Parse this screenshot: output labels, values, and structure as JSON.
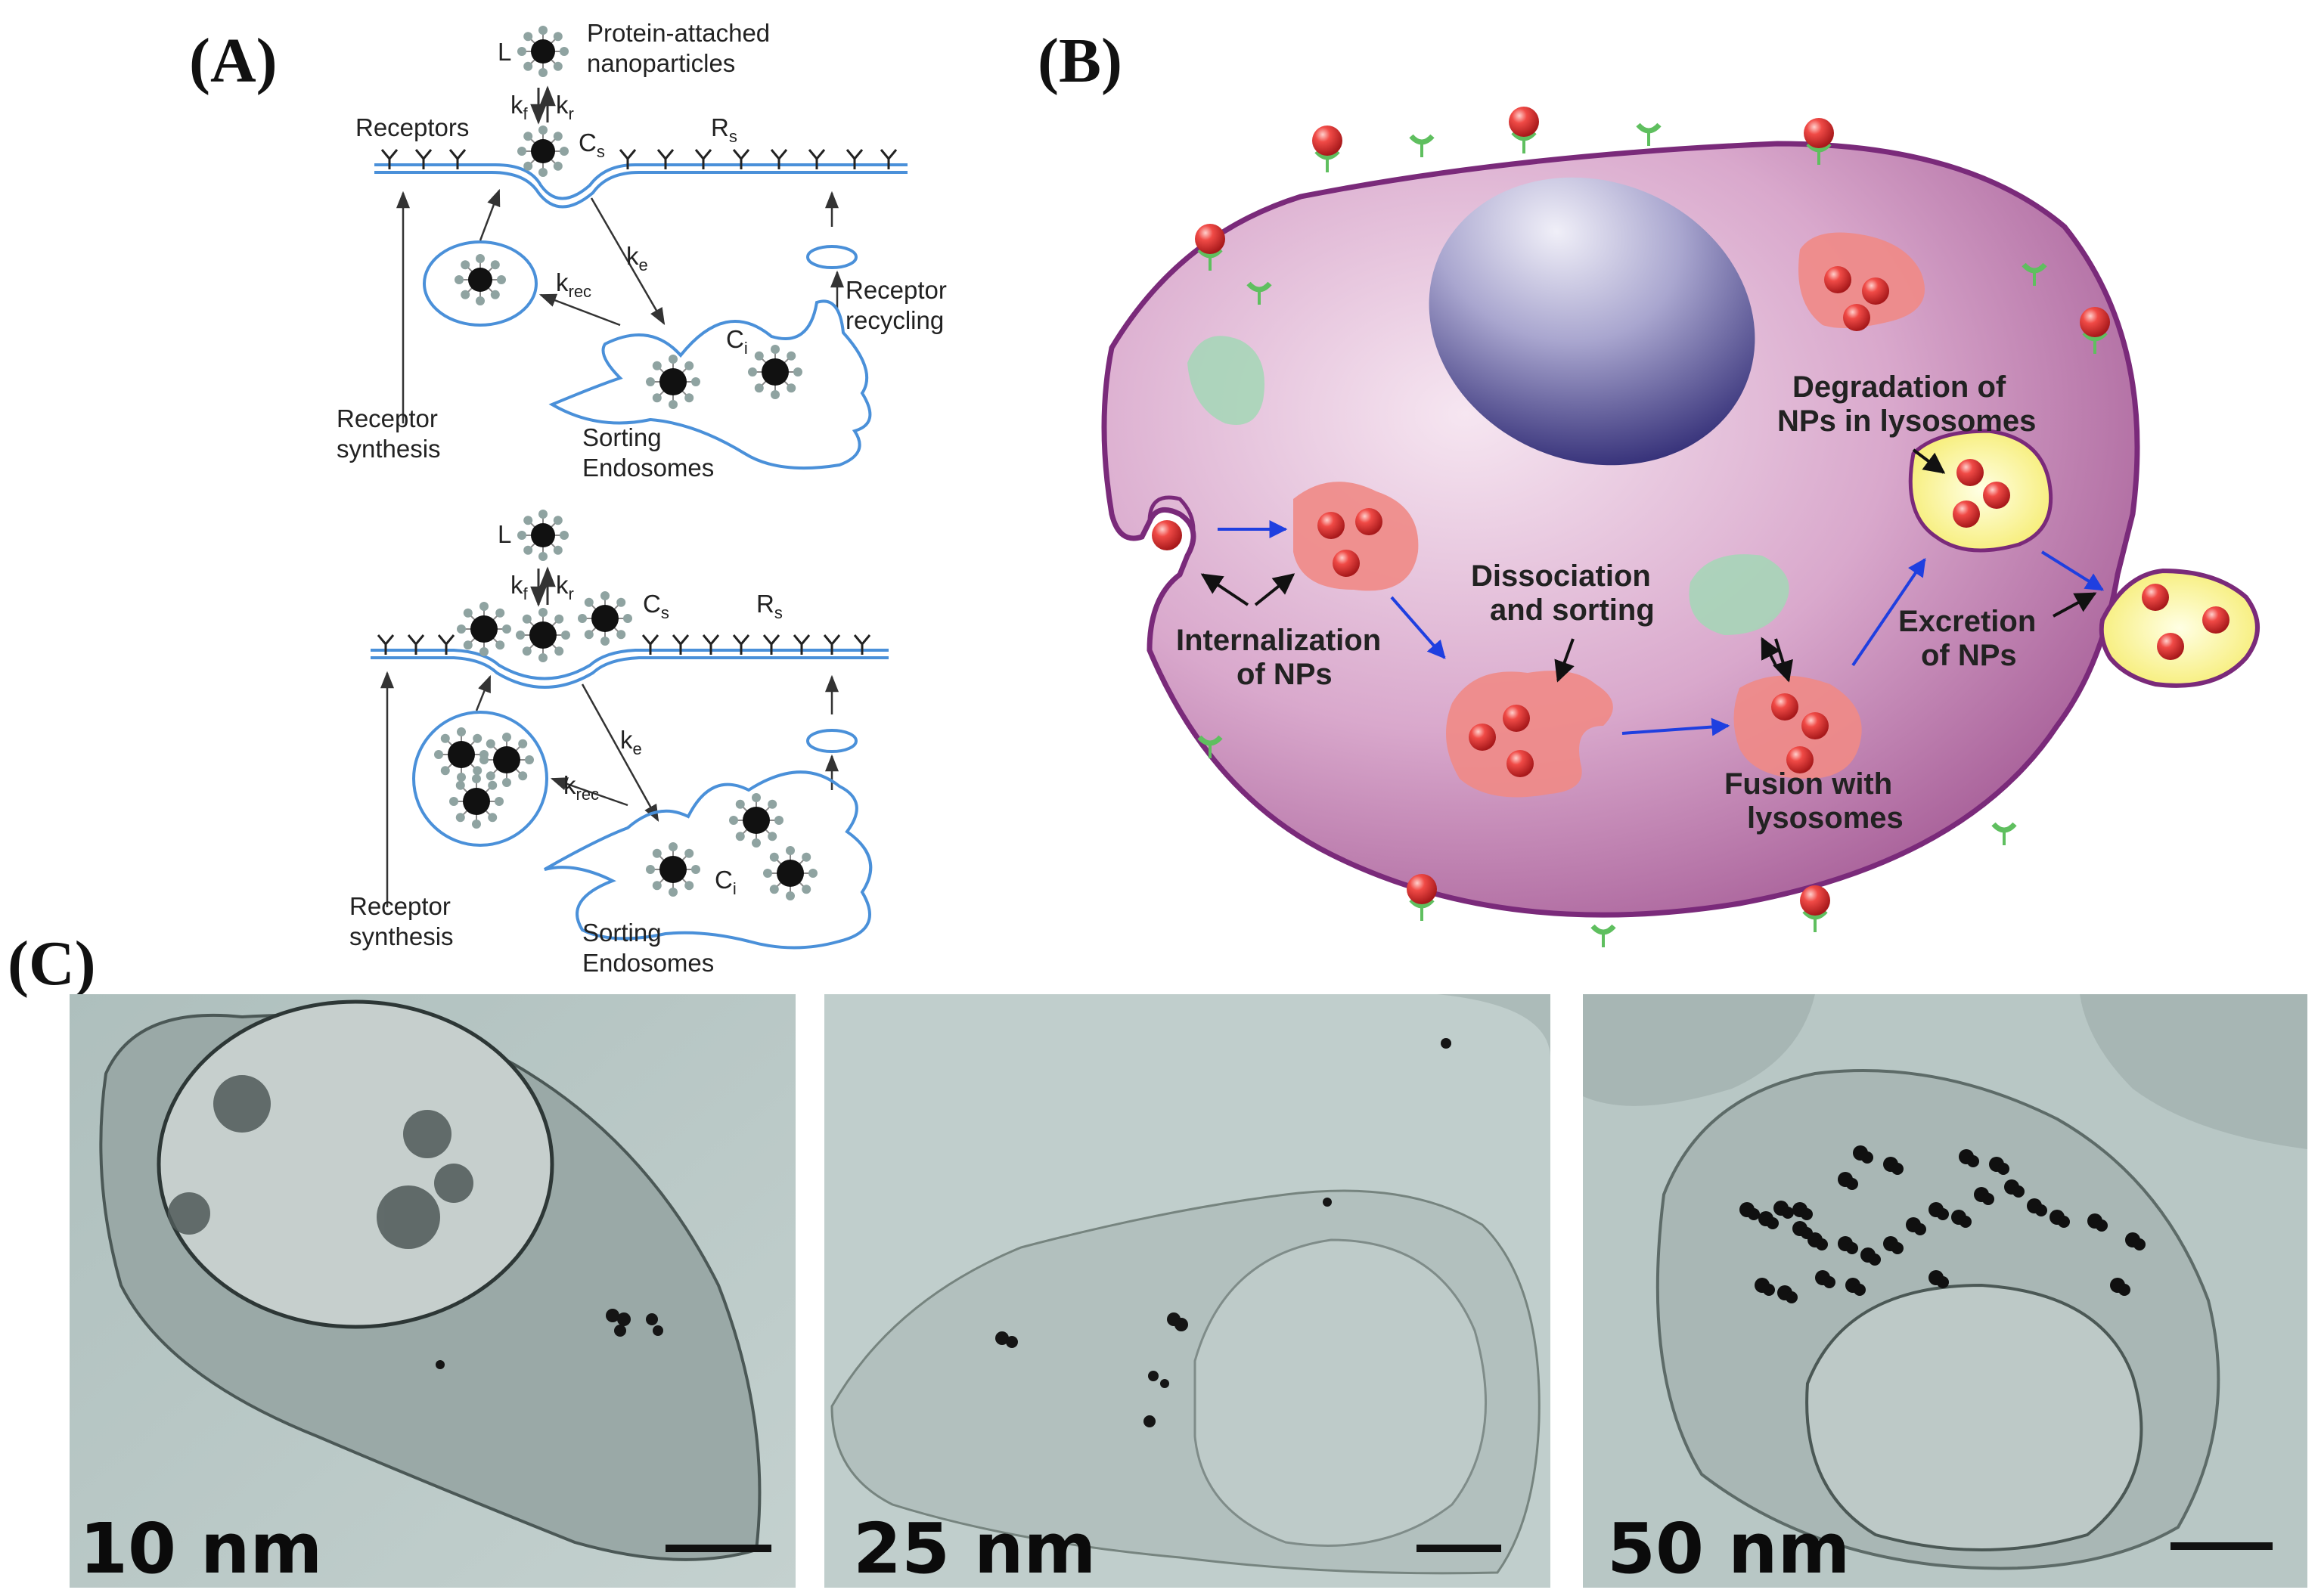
{
  "panels": {
    "a": "(A)",
    "b": "(B)",
    "c": "(C)"
  },
  "panel_a": {
    "top": {
      "L": "L",
      "np_label_1": "Protein-attached",
      "np_label_2": "nanoparticles",
      "kf": "k",
      "kf_sub": "f",
      "kr": "k",
      "kr_sub": "r",
      "receptors": "Receptors",
      "Cs": "C",
      "Cs_sub": "s",
      "Rs": "R",
      "Rs_sub": "s",
      "ke": "k",
      "ke_sub": "e",
      "krec": "k",
      "krec_sub": "rec",
      "Ci": "C",
      "Ci_sub": "i",
      "recycling_1": "Receptor",
      "recycling_2": "recycling",
      "synthesis_1": "Receptor",
      "synthesis_2": "synthesis",
      "sorting_1": "Sorting",
      "sorting_2": "Endosomes"
    },
    "bottom": {
      "L": "L",
      "kf": "k",
      "kf_sub": "f",
      "kr": "k",
      "kr_sub": "r",
      "Cs": "C",
      "Cs_sub": "s",
      "Rs": "R",
      "Rs_sub": "s",
      "ke": "k",
      "ke_sub": "e",
      "krec": "k",
      "krec_sub": "rec",
      "Ci": "C",
      "Ci_sub": "i",
      "synthesis_1": "Receptor",
      "synthesis_2": "synthesis",
      "sorting_1": "Sorting",
      "sorting_2": "Endosomes"
    }
  },
  "panel_b": {
    "degradation_1": "Degradation of",
    "degradation_2": "NPs in lysosomes",
    "dissociation_1": "Dissociation",
    "dissociation_2": "and sorting",
    "internalization_1": "Internalization",
    "internalization_2": "of NPs",
    "excretion_1": "Excretion",
    "excretion_2": "of NPs",
    "fusion_1": "Fusion with",
    "fusion_2": "lysosomes"
  },
  "panel_c": {
    "sizes": [
      "10 nm",
      "25 nm",
      "50 nm"
    ]
  },
  "colors": {
    "membrane": "#4a90d9",
    "cell_fill": "#c98fb8",
    "cell_outline": "#7a2a7a",
    "nucleus": "#4b4a8c",
    "endosome": "#f08a86",
    "lysosome": "#fbf39a",
    "np_red": "#e3383c",
    "receptor_green": "#5fbf5f",
    "arrow_blue": "#1f3fe0",
    "tem_bg": "#b5c4c2"
  }
}
